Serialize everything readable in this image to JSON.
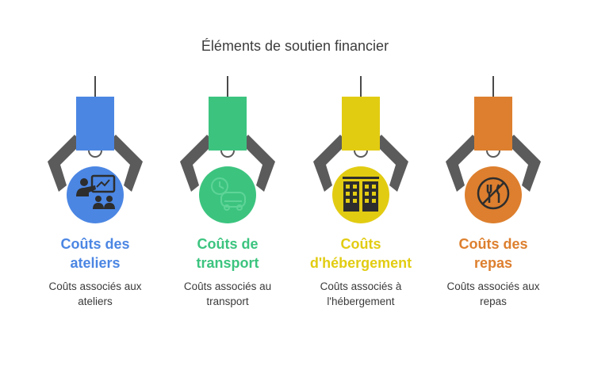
{
  "title": "Éléments de soutien financier",
  "items": [
    {
      "heading_line1": "Coûts des",
      "heading_line2": "ateliers",
      "desc_line1": "Coûts associés aux",
      "desc_line2": "ateliers",
      "color": "#4b86e3",
      "icon": "workshop-icon"
    },
    {
      "heading_line1": "Coûts de",
      "heading_line2": "transport",
      "desc_line1": "Coûts associés au",
      "desc_line2": "transport",
      "color": "#3cc47f",
      "icon": "transport-icon"
    },
    {
      "heading_line1": "Coûts",
      "heading_line2": "d'hébergement",
      "desc_line1": "Coûts associés à",
      "desc_line2": "l'hébergement",
      "color": "#e2cc12",
      "icon": "building-icon"
    },
    {
      "heading_line1": "Coûts des",
      "heading_line2": "repas",
      "desc_line1": "Coûts associés aux",
      "desc_line2": "repas",
      "color": "#dd7f2e",
      "icon": "meal-icon"
    }
  ]
}
